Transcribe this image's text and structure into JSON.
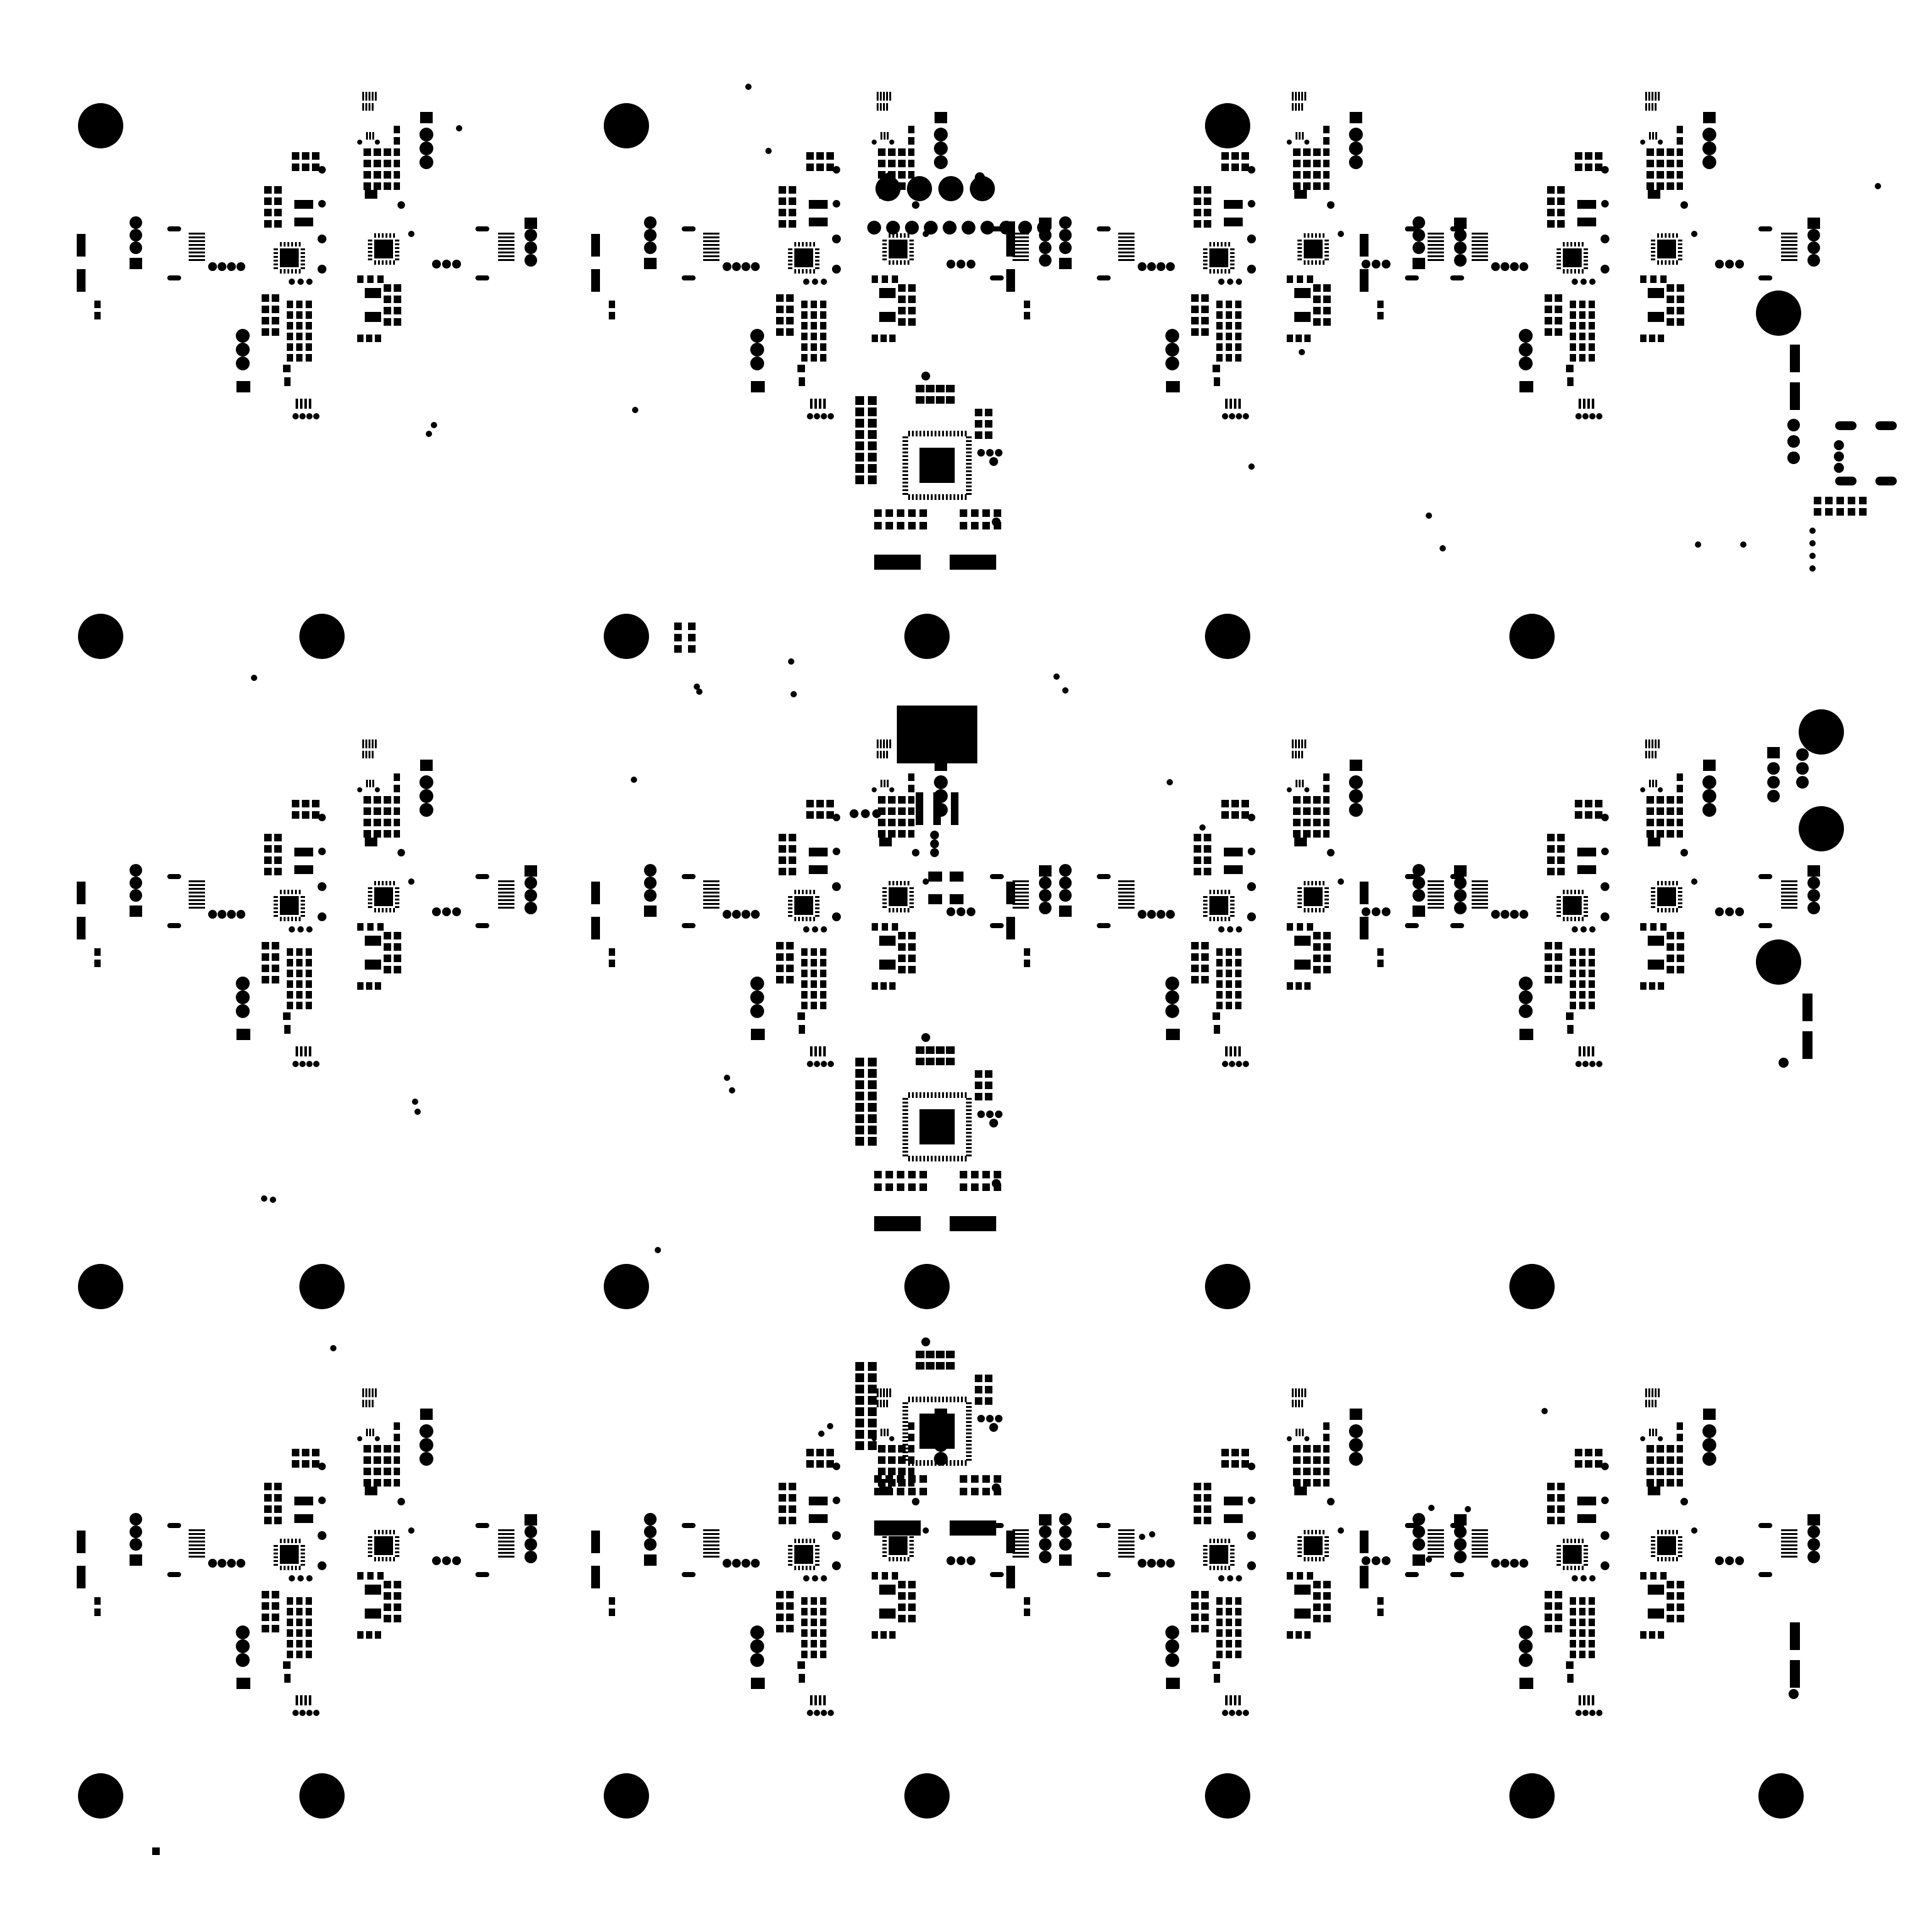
{
  "artwork": {
    "description_visible_text": "",
    "ink_color": "#000000",
    "paper_color": "#ffffff"
  },
  "fiducials": {
    "count": 26,
    "shape": "circle"
  },
  "modules": {
    "small_board_count": 12,
    "mcu_board_count": 3,
    "icon": "pcb-module-icon"
  }
}
